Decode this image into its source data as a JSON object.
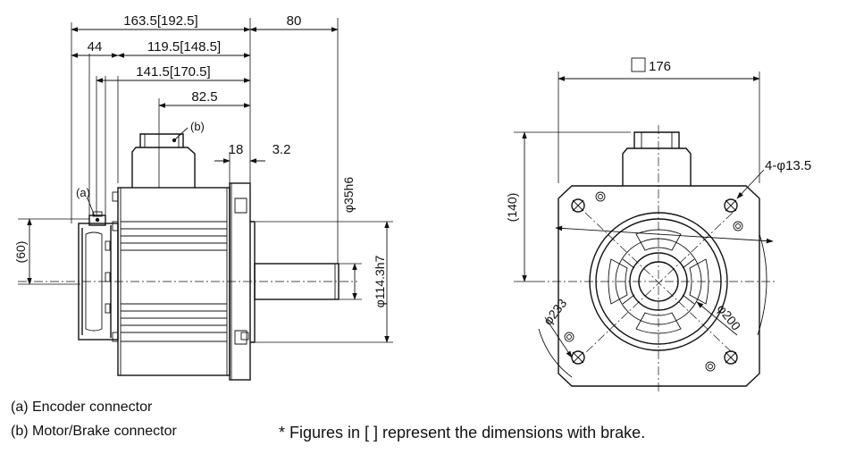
{
  "side_view": {
    "dims": {
      "overall": "163.5[192.5]",
      "shaft": "80",
      "enc": "44",
      "body": "119.5[148.5]",
      "body2": "141.5[170.5]",
      "conn": "82.5",
      "flange": "18",
      "spigot": "3.2",
      "shaft_dia": "φ35h6",
      "pilot_dia": "φ114.3h7",
      "enc_height": "(60)"
    },
    "callouts": {
      "a": "(a)",
      "b": "(b)"
    }
  },
  "front_view": {
    "dims": {
      "square": "176",
      "height": "(140)",
      "holes": "4-φ13.5",
      "bolt_circle": "φ233",
      "pilot": "φ200"
    }
  },
  "legend": {
    "a": "(a) Encoder connector",
    "b": "(b) Motor/Brake connector"
  },
  "note": "* Figures in [  ] represent the dimensions with brake."
}
